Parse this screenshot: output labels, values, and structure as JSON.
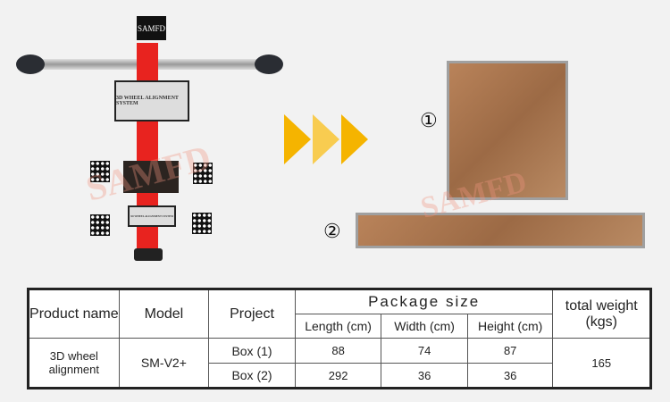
{
  "brand": "SAMFD",
  "monitor_text": "3D WHEEL ALIGNMENT SYSTEM",
  "watermark": "SAMFD",
  "markers": [
    "①",
    "②"
  ],
  "colors": {
    "pole": "#e8231f",
    "arrow": "#f5b400",
    "wood": "#a8724b"
  },
  "table": {
    "headers": {
      "product_name": "Product name",
      "model": "Model",
      "project": "Project",
      "package_size": "Package size",
      "total_weight": "total weight (kgs)"
    },
    "subheaders": [
      "Length (cm)",
      "Width (cm)",
      "Height (cm)"
    ],
    "product": "3D wheel alignment",
    "model": "SM-V2+",
    "total_weight": "165",
    "rows": [
      {
        "project": "Box (1)",
        "length": "88",
        "width": "74",
        "height": "87"
      },
      {
        "project": "Box (2)",
        "length": "292",
        "width": "36",
        "height": "36"
      }
    ]
  }
}
